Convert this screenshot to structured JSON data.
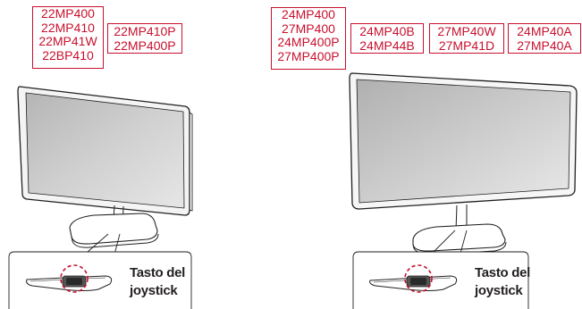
{
  "left_models": {
    "group_a": [
      "22MP400",
      "22MP410",
      "22MP41W",
      "22BP410"
    ],
    "group_b": [
      "22MP410P",
      "22MP400P"
    ]
  },
  "right_models": {
    "group_a": [
      "24MP400",
      "27MP400",
      "24MP400P",
      "27MP400P"
    ],
    "group_b": [
      "24MP40B",
      "24MP44B"
    ],
    "group_c": [
      "27MP40W",
      "27MP41D"
    ],
    "group_d": [
      "24MP40A",
      "27MP40A"
    ]
  },
  "captions": {
    "left_line1": "Tasto del",
    "left_line2": "joystick",
    "right_line1": "Tasto del",
    "right_line2": "joystick"
  },
  "colors": {
    "label": "#c8102e",
    "highlight_circle": "#c8102e",
    "line": "#231f20"
  }
}
